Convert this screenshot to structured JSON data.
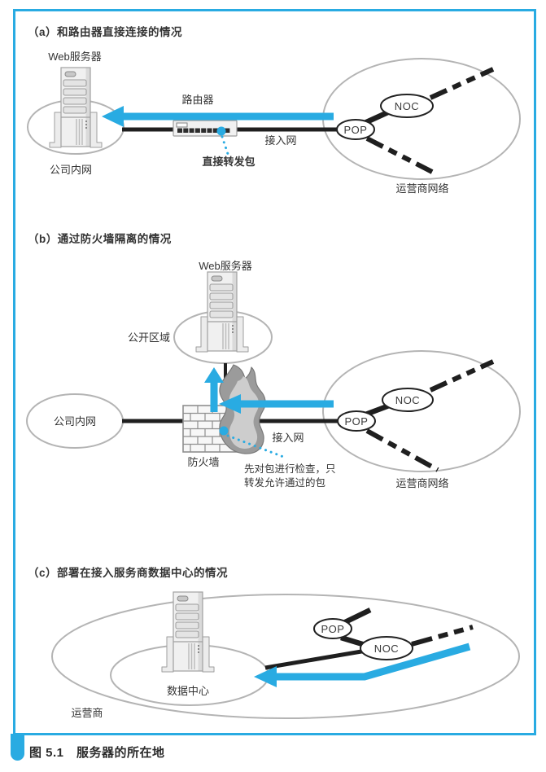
{
  "figure": {
    "caption": "图 5.1　服务器的所在地"
  },
  "colors": {
    "accent_blue": "#29ABE2",
    "diagram_black": "#1F1F1F",
    "ellipse_gray": "#B4B4B4",
    "flame_gray": "#9B9B9B",
    "text": "#333333"
  },
  "icons": {
    "server": "server-tower-icon",
    "router": "router-icon",
    "firewall": "brick-wall-icon",
    "flame": "flame-icon",
    "packet": "packet-dot-icon",
    "flow_arrow": "flow-arrow-icon"
  },
  "sections": {
    "a": {
      "title": "（a）和路由器直接连接的情况",
      "web_server": "Web服务器",
      "router": "路由器",
      "access_network": "接入网",
      "direct_forward": "直接转发包",
      "company_lan": "公司内网",
      "pop": "POP",
      "noc": "NOC",
      "isp_network": "运营商网络"
    },
    "b": {
      "title": "（b）通过防火墙隔离的情况",
      "web_server": "Web服务器",
      "public_area": "公开区域",
      "company_lan": "公司内网",
      "firewall": "防火墙",
      "access_network": "接入网",
      "note_line1": "先对包进行检查，只",
      "note_line2": "转发允许通过的包",
      "pop": "POP",
      "noc": "NOC",
      "isp_network": "运营商网络"
    },
    "c": {
      "title": "（c）部署在接入服务商数据中心的情况",
      "datacenter": "数据中心",
      "carrier": "运营商",
      "pop": "POP",
      "noc": "NOC"
    }
  }
}
